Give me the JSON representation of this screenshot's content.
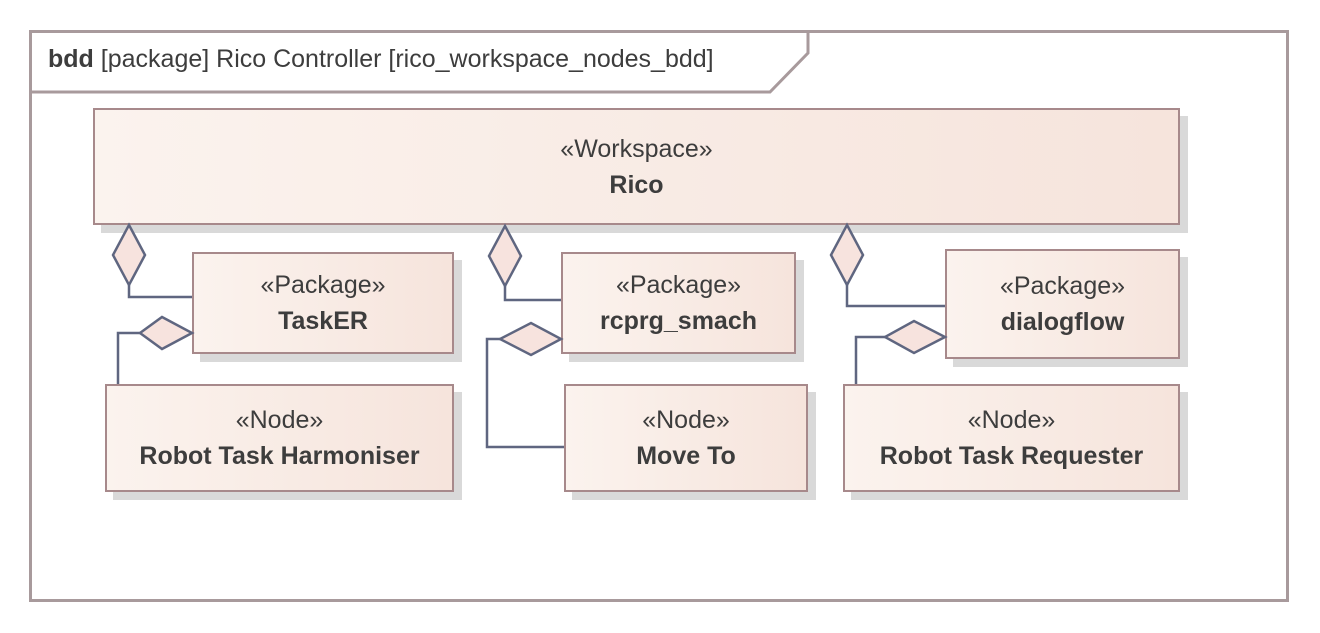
{
  "frame": {
    "keyword": "bdd",
    "title": "[package] Rico Controller [rico_workspace_nodes_bdd]"
  },
  "blocks": {
    "workspace": {
      "stereotype": "«Workspace»",
      "name": "Rico"
    },
    "tasker": {
      "stereotype": "«Package»",
      "name": "TaskER"
    },
    "rcprg_smach": {
      "stereotype": "«Package»",
      "name": "rcprg_smach"
    },
    "dialogflow": {
      "stereotype": "«Package»",
      "name": "dialogflow"
    },
    "harmoniser": {
      "stereotype": "«Node»",
      "name": "Robot Task Harmoniser"
    },
    "move_to": {
      "stereotype": "«Node»",
      "name": "Move To"
    },
    "requester": {
      "stereotype": "«Node»",
      "name": "Robot Task Requester"
    }
  },
  "colors": {
    "line": "#5f6680",
    "diamond_fill": "#f7e3de",
    "block_border": "#a7898b",
    "frame_border": "#a89a9c"
  }
}
